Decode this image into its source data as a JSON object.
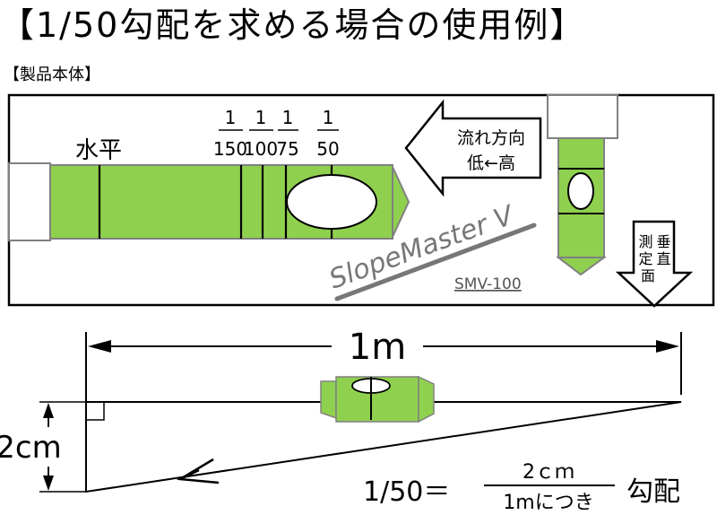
{
  "title": "【1/50勾配を求める場合の使用例】",
  "subtitle": "【製品本体】",
  "product": {
    "label_level": "水平",
    "gradients": [
      {
        "num": "1",
        "den": "150"
      },
      {
        "num": "1",
        "den": "100"
      },
      {
        "num": "1",
        "den": "75"
      },
      {
        "num": "1",
        "den": "50"
      }
    ],
    "flow_line1": "流れ方向",
    "flow_line2": "低←高",
    "vertical_label": "垂直測定面",
    "brand": "SlopeMaster V",
    "model": "SMV-100",
    "colors": {
      "body_green": "#8fd14f",
      "endcap_gray": "#7f7f7f",
      "brand_gray": "#777777"
    }
  },
  "usage": {
    "length_label": "1m",
    "rise_label": "2cm",
    "equation_left": "1/50＝",
    "fraction_top": "2ｃｍ",
    "fraction_bottom": "1mにつき",
    "equation_right": "勾配"
  }
}
